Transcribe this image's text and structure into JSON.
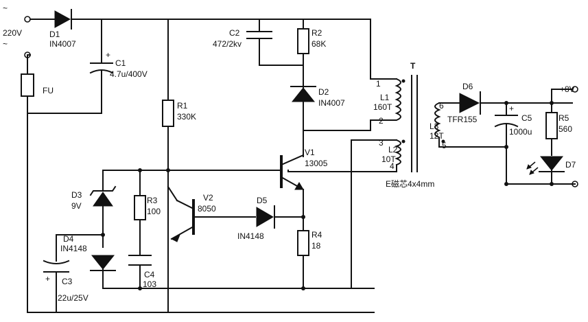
{
  "labels": {
    "ac_top": "~",
    "ac_bot": "~",
    "v220": "220V",
    "d1": "D1",
    "d1_part": "IN4007",
    "c1": "C1",
    "c1_val": "4.7u/400V",
    "c1_plus": "+",
    "fu": "FU",
    "c2": "C2",
    "c2_val": "472/2kv",
    "r2": "R2",
    "r2_val": "68K",
    "d2": "D2",
    "d2_part": "IN4007",
    "r1": "R1",
    "r1_val": "330K",
    "v1": "V1",
    "v1_part": "13005",
    "v2": "V2",
    "v2_part": "8050",
    "d3": "D3",
    "d3_val": "9V",
    "r3": "R3",
    "r3_val": "100",
    "d4": "D4",
    "d4_part": "IN4148",
    "d5": "D5",
    "d5_part": "IN4148",
    "r4": "R4",
    "r4_val": "18",
    "c3": "C3",
    "c3_val": "22u/25V",
    "c3_plus": "+",
    "c4": "C4",
    "c4_val": "103",
    "t": "T",
    "pin1": "1",
    "pin2": "2",
    "pin3": "3",
    "pin4": "4",
    "pin5": "5",
    "pin6": "6",
    "l1": "L1",
    "l1_val": "160T",
    "l2": "L2",
    "l2_val": "10T",
    "l3": "L3",
    "l3_val": "12T",
    "core": "E磁芯4x4mm",
    "d6": "D6",
    "d6_part": "TFR155",
    "c5": "C5",
    "c5_val": "1000u",
    "c5_plus": "+",
    "r5": "R5",
    "r5_val": "560",
    "d7": "D7",
    "vout": "+8V"
  }
}
